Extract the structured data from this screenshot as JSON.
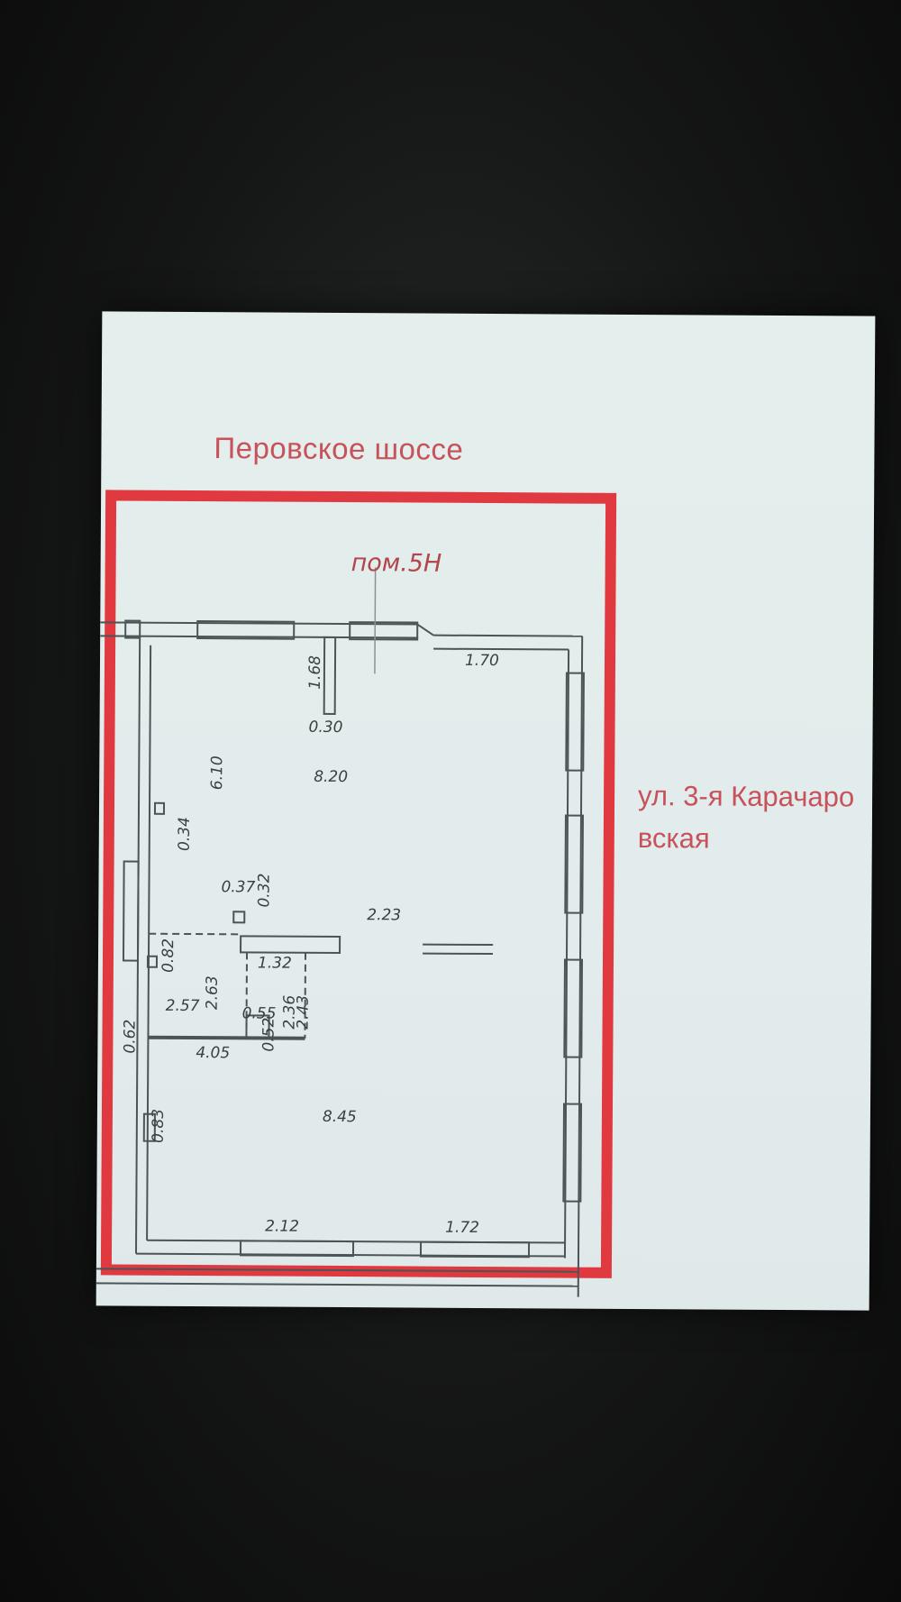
{
  "photo": {
    "street_top": "Перовское шоссе",
    "street_right": "ул. 3-я Карачаровская",
    "room_label": "пом.5Н",
    "dimensions": {
      "d170": "1.70",
      "d168": "1.68",
      "d030": "0.30",
      "d610": "6.10",
      "d820": "8.20",
      "d034": "0.34",
      "d037": "0.37",
      "d032": "0.32",
      "d223": "2.23",
      "d082": "0.82",
      "d132": "1.32",
      "d263": "2.63",
      "d257": "2.57",
      "d236": "2.36",
      "d243": "2.43",
      "d055": "0.55",
      "d052": "0.52",
      "d062": "0.62",
      "d405": "4.05",
      "d845": "8.45",
      "d083": "0.83",
      "d212": "2.12",
      "d172": "1.72"
    },
    "colors": {
      "outline_red": "#e0393f",
      "wall_line": "#4d5456",
      "screen_bg": "#e2ecec"
    }
  }
}
